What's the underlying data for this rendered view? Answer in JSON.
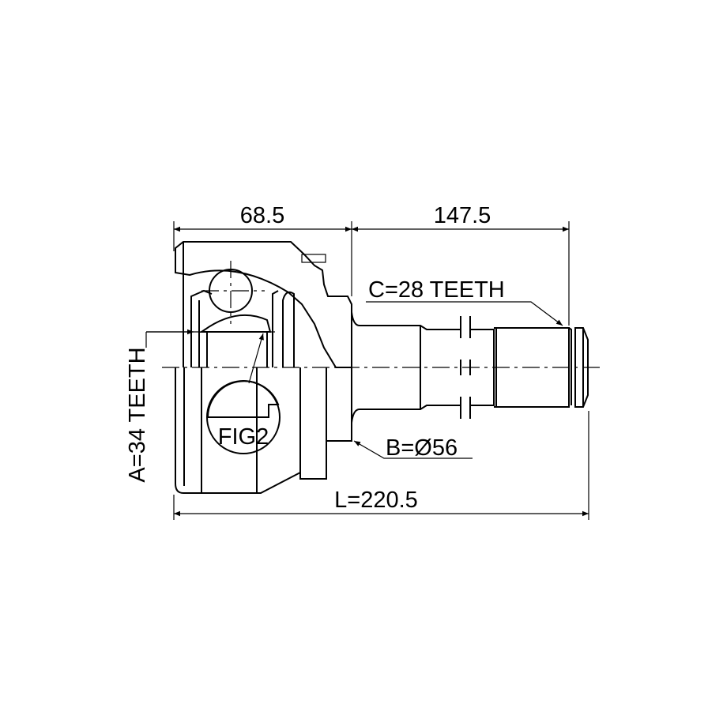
{
  "title": "CV joint outer drawing",
  "dimensions": {
    "housing_length": "68.5",
    "shaft_length": "147.5",
    "total_length": "L=220.5"
  },
  "labels": {
    "a_teeth": "A=34 TEETH",
    "b_diameter": "B=Ø56",
    "c_teeth": "C=28 TEETH",
    "fig": "FIG2"
  }
}
